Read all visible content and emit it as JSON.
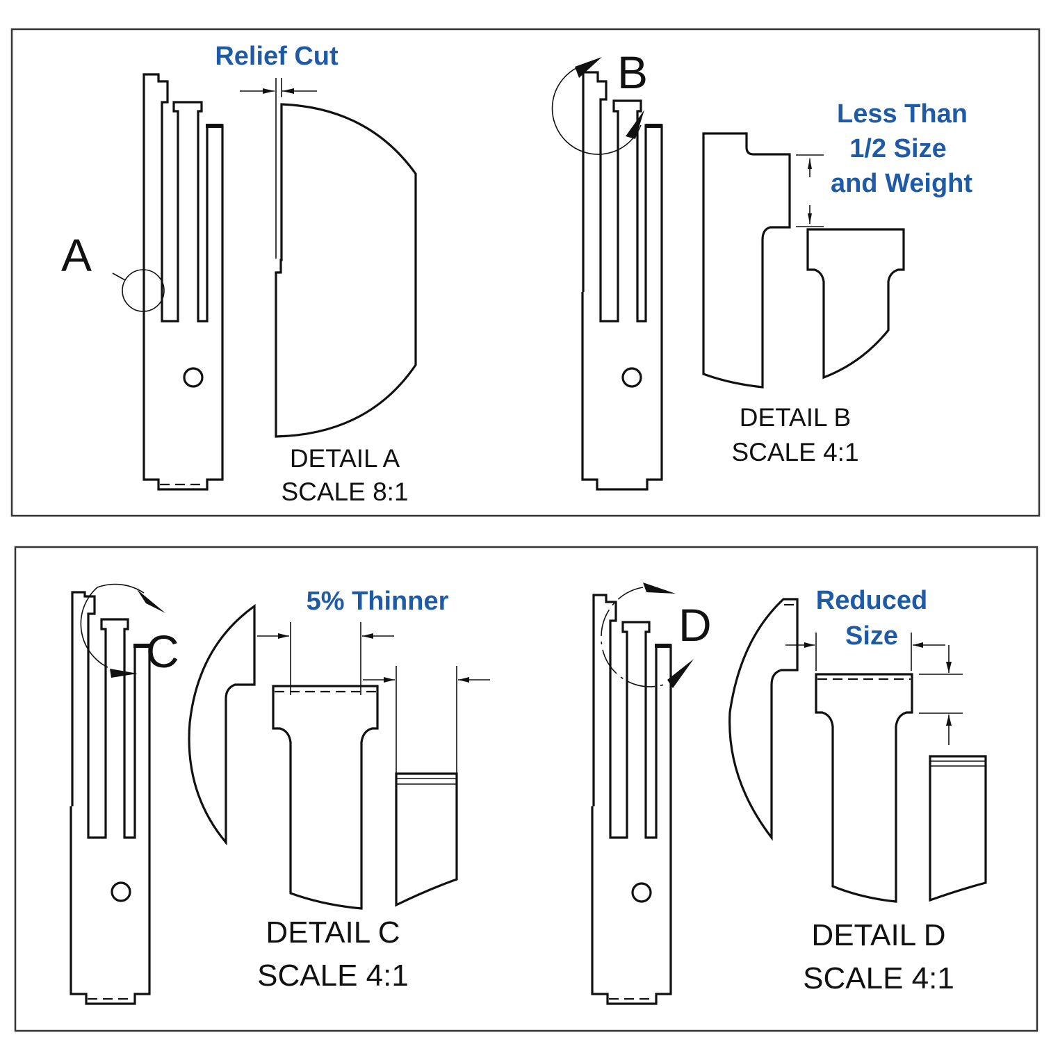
{
  "colors": {
    "annotation": "#1f5aa6",
    "line": "#111111",
    "background": "#ffffff"
  },
  "panels": [
    {
      "id": "top",
      "details": [
        {
          "id": "A",
          "callout_letter": "A",
          "note": [
            "Relief Cut"
          ],
          "caption": "DETAIL A",
          "scale": "SCALE 8:1"
        },
        {
          "id": "B",
          "callout_letter": "B",
          "note": [
            "Less Than",
            "1/2 Size",
            "and Weight"
          ],
          "caption": "DETAIL B",
          "scale": "SCALE 4:1"
        }
      ]
    },
    {
      "id": "bottom",
      "details": [
        {
          "id": "C",
          "callout_letter": "C",
          "note": [
            "5% Thinner"
          ],
          "caption": "DETAIL C",
          "scale": "SCALE 4:1"
        },
        {
          "id": "D",
          "callout_letter": "D",
          "note": [
            "Reduced",
            "Size"
          ],
          "caption": "DETAIL D",
          "scale": "SCALE 4:1"
        }
      ]
    }
  ]
}
